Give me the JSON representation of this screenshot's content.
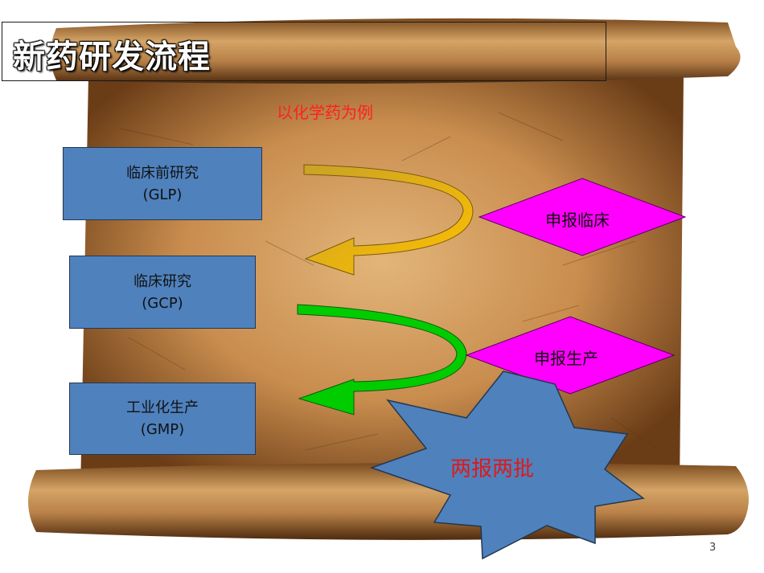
{
  "slide": {
    "title": "新药研发流程",
    "subtitle": "以化学药为例",
    "page_number": "3"
  },
  "stages": [
    {
      "name": "临床前研究",
      "code": "(GLP)"
    },
    {
      "name": "临床研究",
      "code": "(GCP)"
    },
    {
      "name": "工业化生产",
      "code": "(GMP)"
    }
  ],
  "approvals": [
    {
      "label": "申报临床"
    },
    {
      "label": "申报生产"
    }
  ],
  "highlight": {
    "label": "两报两批"
  },
  "colors": {
    "box_fill": "#4f81bd",
    "diamond_fill": "#ff00ff",
    "arrow1": "#ffc000",
    "arrow2": "#00cc00",
    "star_fill": "#4f81bd",
    "subtitle": "#ff2020",
    "star_text": "#e01818"
  }
}
